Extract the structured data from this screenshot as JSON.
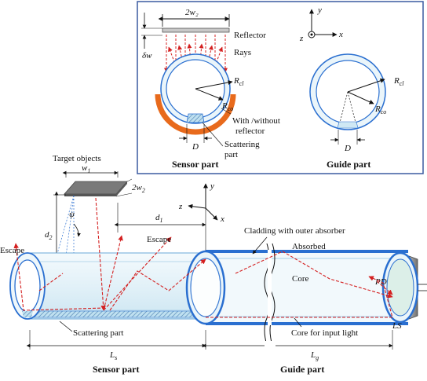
{
  "colors": {
    "inset_border": "#3a5aa0",
    "ray_red": "#d42020",
    "cladding_blue": "#2a6fd0",
    "core_fill": "#e6f3f8",
    "reflector_orange": "#e86a1c",
    "scatter_fill": "#9ccfe8",
    "target_gray": "#7a7a7a",
    "detector_gray": "#8c8c8c"
  },
  "inset": {
    "labels": {
      "width_2w2": "2w₂",
      "reflector": "Reflector",
      "rays": "Rays",
      "delta_w": "δw",
      "r_cl_sensor": "R",
      "r_cl_sub": "cl",
      "r_co_sensor": "R",
      "r_co_sub": "co",
      "with_without": "With /without",
      "reflector_line2": "reflector",
      "d_sensor": "D",
      "scattering": "Scattering",
      "part": "part",
      "sensor_part": "Sensor part",
      "guide_part": "Guide part",
      "r_cl_guide": "R",
      "r_co_guide": "R",
      "d_guide": "D",
      "axis_y": "y",
      "axis_z": "z",
      "axis_x": "x"
    }
  },
  "main": {
    "labels": {
      "target_objects": "Target objects",
      "w1": "w",
      "w1_sub": "1",
      "two_w2": "2w",
      "two_w2_sub": "2",
      "psi": "ψ",
      "d2": "d",
      "d2_sub": "2",
      "d1": "d",
      "d1_sub": "1",
      "axis_z": "z",
      "axis_y": "y",
      "axis_x": "x",
      "escape_right": "Escape",
      "escape_left": "Escape",
      "cladding": "Cladding with outer absorber",
      "absorbed": "Absorbed",
      "core": "Core",
      "pd": "PD",
      "scattering_part": "Scattering part",
      "core_input": "Core for input light",
      "ls": "LS",
      "Ls": "L",
      "Ls_sub": "s",
      "Lg": "L",
      "Lg_sub": "g",
      "sensor_part": "Sensor part",
      "guide_part": "Guide part"
    }
  }
}
